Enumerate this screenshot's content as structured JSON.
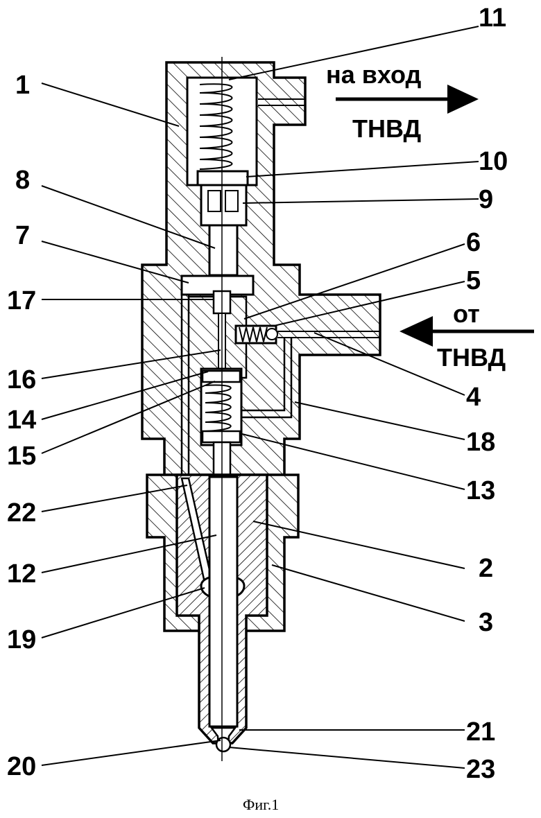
{
  "figure": {
    "caption": "Фиг.1",
    "inlet_text_line1": "на вход",
    "inlet_text_line2": "ТНВД",
    "outlet_text_line1": "от",
    "outlet_text_line2": "ТНВД"
  },
  "labels": {
    "l1": "1",
    "l2": "2",
    "l3": "3",
    "l4": "4",
    "l5": "5",
    "l6": "6",
    "l7": "7",
    "l8": "8",
    "l9": "9",
    "l10": "10",
    "l11": "11",
    "l12": "12",
    "l13": "13",
    "l14": "14",
    "l15": "15",
    "l16": "16",
    "l17": "17",
    "l18": "18",
    "l19": "19",
    "l20": "20",
    "l21": "21",
    "l22": "22",
    "l23": "23"
  }
}
